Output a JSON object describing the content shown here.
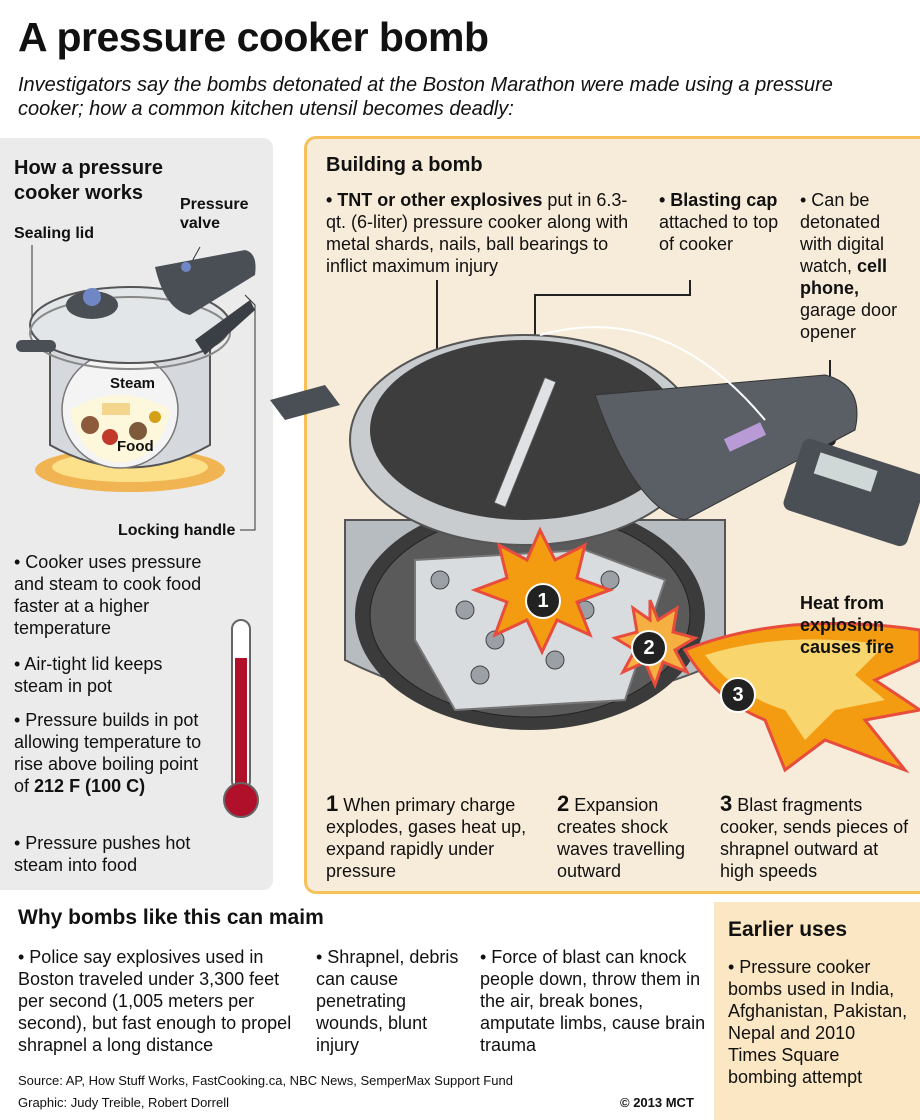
{
  "header": {
    "title": "A pressure cooker bomb",
    "subtitle": "Investigators say the bombs detonated at the Boston Marathon were made using a pressure cooker; how a common kitchen utensil becomes deadly:"
  },
  "how_it_works": {
    "heading": "How a pressure cooker works",
    "labels": {
      "sealing_lid": "Sealing lid",
      "pressure_valve": "Pressure valve",
      "steam": "Steam",
      "food": "Food",
      "locking_handle": "Locking handle"
    },
    "bullets": [
      "• Cooker uses pressure and steam to cook food faster at a higher temperature",
      "• Air-tight lid keeps steam in pot",
      "• Pressure builds in pot allowing temperature to rise above boiling point of",
      "• Pressure pushes hot steam into food"
    ],
    "boiling_point": "212 F (100 C)"
  },
  "building": {
    "heading": "Building a bomb",
    "b1_bold": "• TNT or other explosives",
    "b1_rest": " put in 6.3- qt. (6-liter) pressure cooker along with metal shards, nails, ball bearings to inflict maximum injury",
    "b2_bold": "• Blasting cap",
    "b2_rest": " attached to top of cooker",
    "b3_pre": "• Can be detonated with digital watch, ",
    "b3_bold": "cell phone,",
    "b3_post": " garage door opener",
    "heat_label": "Heat from explosion causes fire",
    "markers": [
      "1",
      "2",
      "3"
    ],
    "steps": [
      {
        "num": "1",
        "text": " When primary charge explodes, gases heat up, expand rapidly under pressure"
      },
      {
        "num": "2",
        "text": " Expansion creates shock waves travelling outward"
      },
      {
        "num": "3",
        "text": " Blast fragments cooker, sends pieces of shrapnel outward at high speeds"
      }
    ]
  },
  "why_maim": {
    "heading": "Why bombs like this can maim",
    "bullets": [
      "• Police say explosives used in Boston traveled under 3,300 feet per second (1,005 meters per second), but fast enough to propel shrapnel a long distance",
      "• Shrapnel, debris can cause penetrating wounds, blunt injury",
      "• Force of blast can knock people down, throw them in the air, break bones, amputate limbs, cause brain trauma"
    ]
  },
  "earlier_uses": {
    "heading": "Earlier uses",
    "text": "• Pressure cooker bombs used in India, Afghanistan, Pakistan, Nepal and 2010 Times Square bombing attempt"
  },
  "footer": {
    "source": "Source: AP, How Stuff Works, FastCooking.ca, NBC News, SemperMax Support Fund",
    "graphic": "Graphic: Judy Treible, Robert Dorrell",
    "copyright": "© 2013 MCT"
  },
  "colors": {
    "left_panel_bg": "#ebebeb",
    "right_panel_bg": "#f7ecd9",
    "right_panel_border": "#f6c15a",
    "earlier_bg": "#fbe7c4",
    "explosion_orange": "#f39c12",
    "explosion_red": "#e74c3c",
    "thermometer_red": "#b0102a"
  }
}
